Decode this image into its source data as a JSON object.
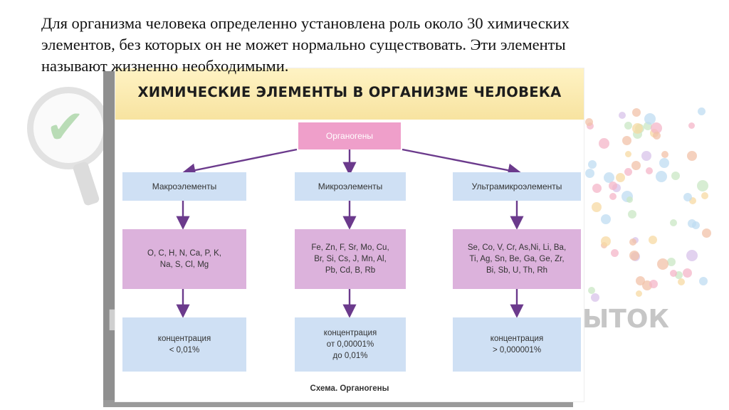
{
  "intro": {
    "lines": [
      "Для организма человека определенно установлена роль около 30 химических",
      "элементов, без которых он не может нормально существовать. Эти элементы",
      "называют жизненно необходимыми."
    ]
  },
  "diagram": {
    "title": "ХИМИЧЕСКИЕ ЭЛЕМЕНТЫ В ОРГАНИЗМЕ ЧЕЛОВЕКА",
    "root": "Органогены",
    "branches": [
      {
        "category": "Макроэлементы",
        "elements": [
          "O, C, H, N, Ca, P, K,",
          "Na, S, Cl, Mg"
        ],
        "concentration": [
          "концентрация",
          "< 0,01%"
        ]
      },
      {
        "category": "Микроэлементы",
        "elements": [
          "Fe, Zn, F, Sr, Mo, Cu,",
          "Br, Si, Cs, J, Mn, Al,",
          "Pb, Cd, B, Rb"
        ],
        "concentration": [
          "концентрация",
          "от 0,00001%",
          "до 0,01%"
        ]
      },
      {
        "category": "Ультрамикроэлементы",
        "elements": [
          "Se, Co, V, Cr, As,Ni, Li, Ba,",
          "Ti, Ag, Sn, Be, Ga, Ge, Zr,",
          "Bi, Sb, U, Th, Rh"
        ],
        "concentration": [
          "концентрация",
          "> 0,000001%"
        ]
      }
    ],
    "caption": "Схема. Органогены",
    "colors": {
      "root": "#ef9fca",
      "category": "#cfe0f4",
      "elements": "#dcb2dc",
      "arrow": "#6b3a8c",
      "banner": "#f7e3a0"
    }
  },
  "background": {
    "left_word": "Н",
    "right_word": "ЫТОК"
  }
}
